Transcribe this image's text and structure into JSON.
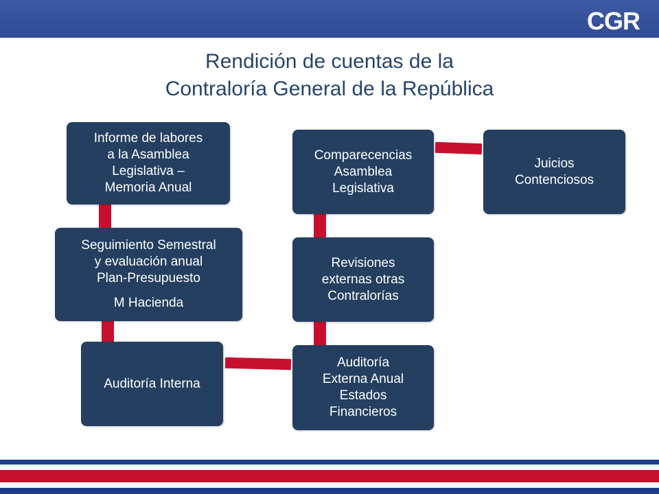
{
  "header": {
    "logo_text": "CGR",
    "bar_color": "#3550a0"
  },
  "title": {
    "line1": "Rendición de cuentas de la",
    "line2": "Contraloría General de la República"
  },
  "nodes": {
    "informe": [
      "Informe de labores",
      "a la Asamblea",
      "Legislativa –",
      "Memoria Anual"
    ],
    "seguimiento": [
      "Seguimiento Semestral",
      "y evaluación anual",
      "Plan-Presupuesto",
      "M Hacienda"
    ],
    "auditoria_interna": [
      "Auditoría Interna"
    ],
    "auditoria_externa": [
      "Auditoría",
      "Externa Anual",
      "Estados",
      "Financieros"
    ],
    "revisiones": [
      "Revisiones",
      "externas otras",
      "Contralorías"
    ],
    "comparecencias": [
      "Comparecencias",
      "Asamblea",
      "Legislativa"
    ],
    "juicios": [
      "Juicios",
      "Contenciosos"
    ]
  },
  "colors": {
    "box": "#243f60",
    "connector": "#c8102e",
    "title": "#26446a",
    "stripe_blue": "#1f3b8c",
    "stripe_red": "#c8102e"
  }
}
